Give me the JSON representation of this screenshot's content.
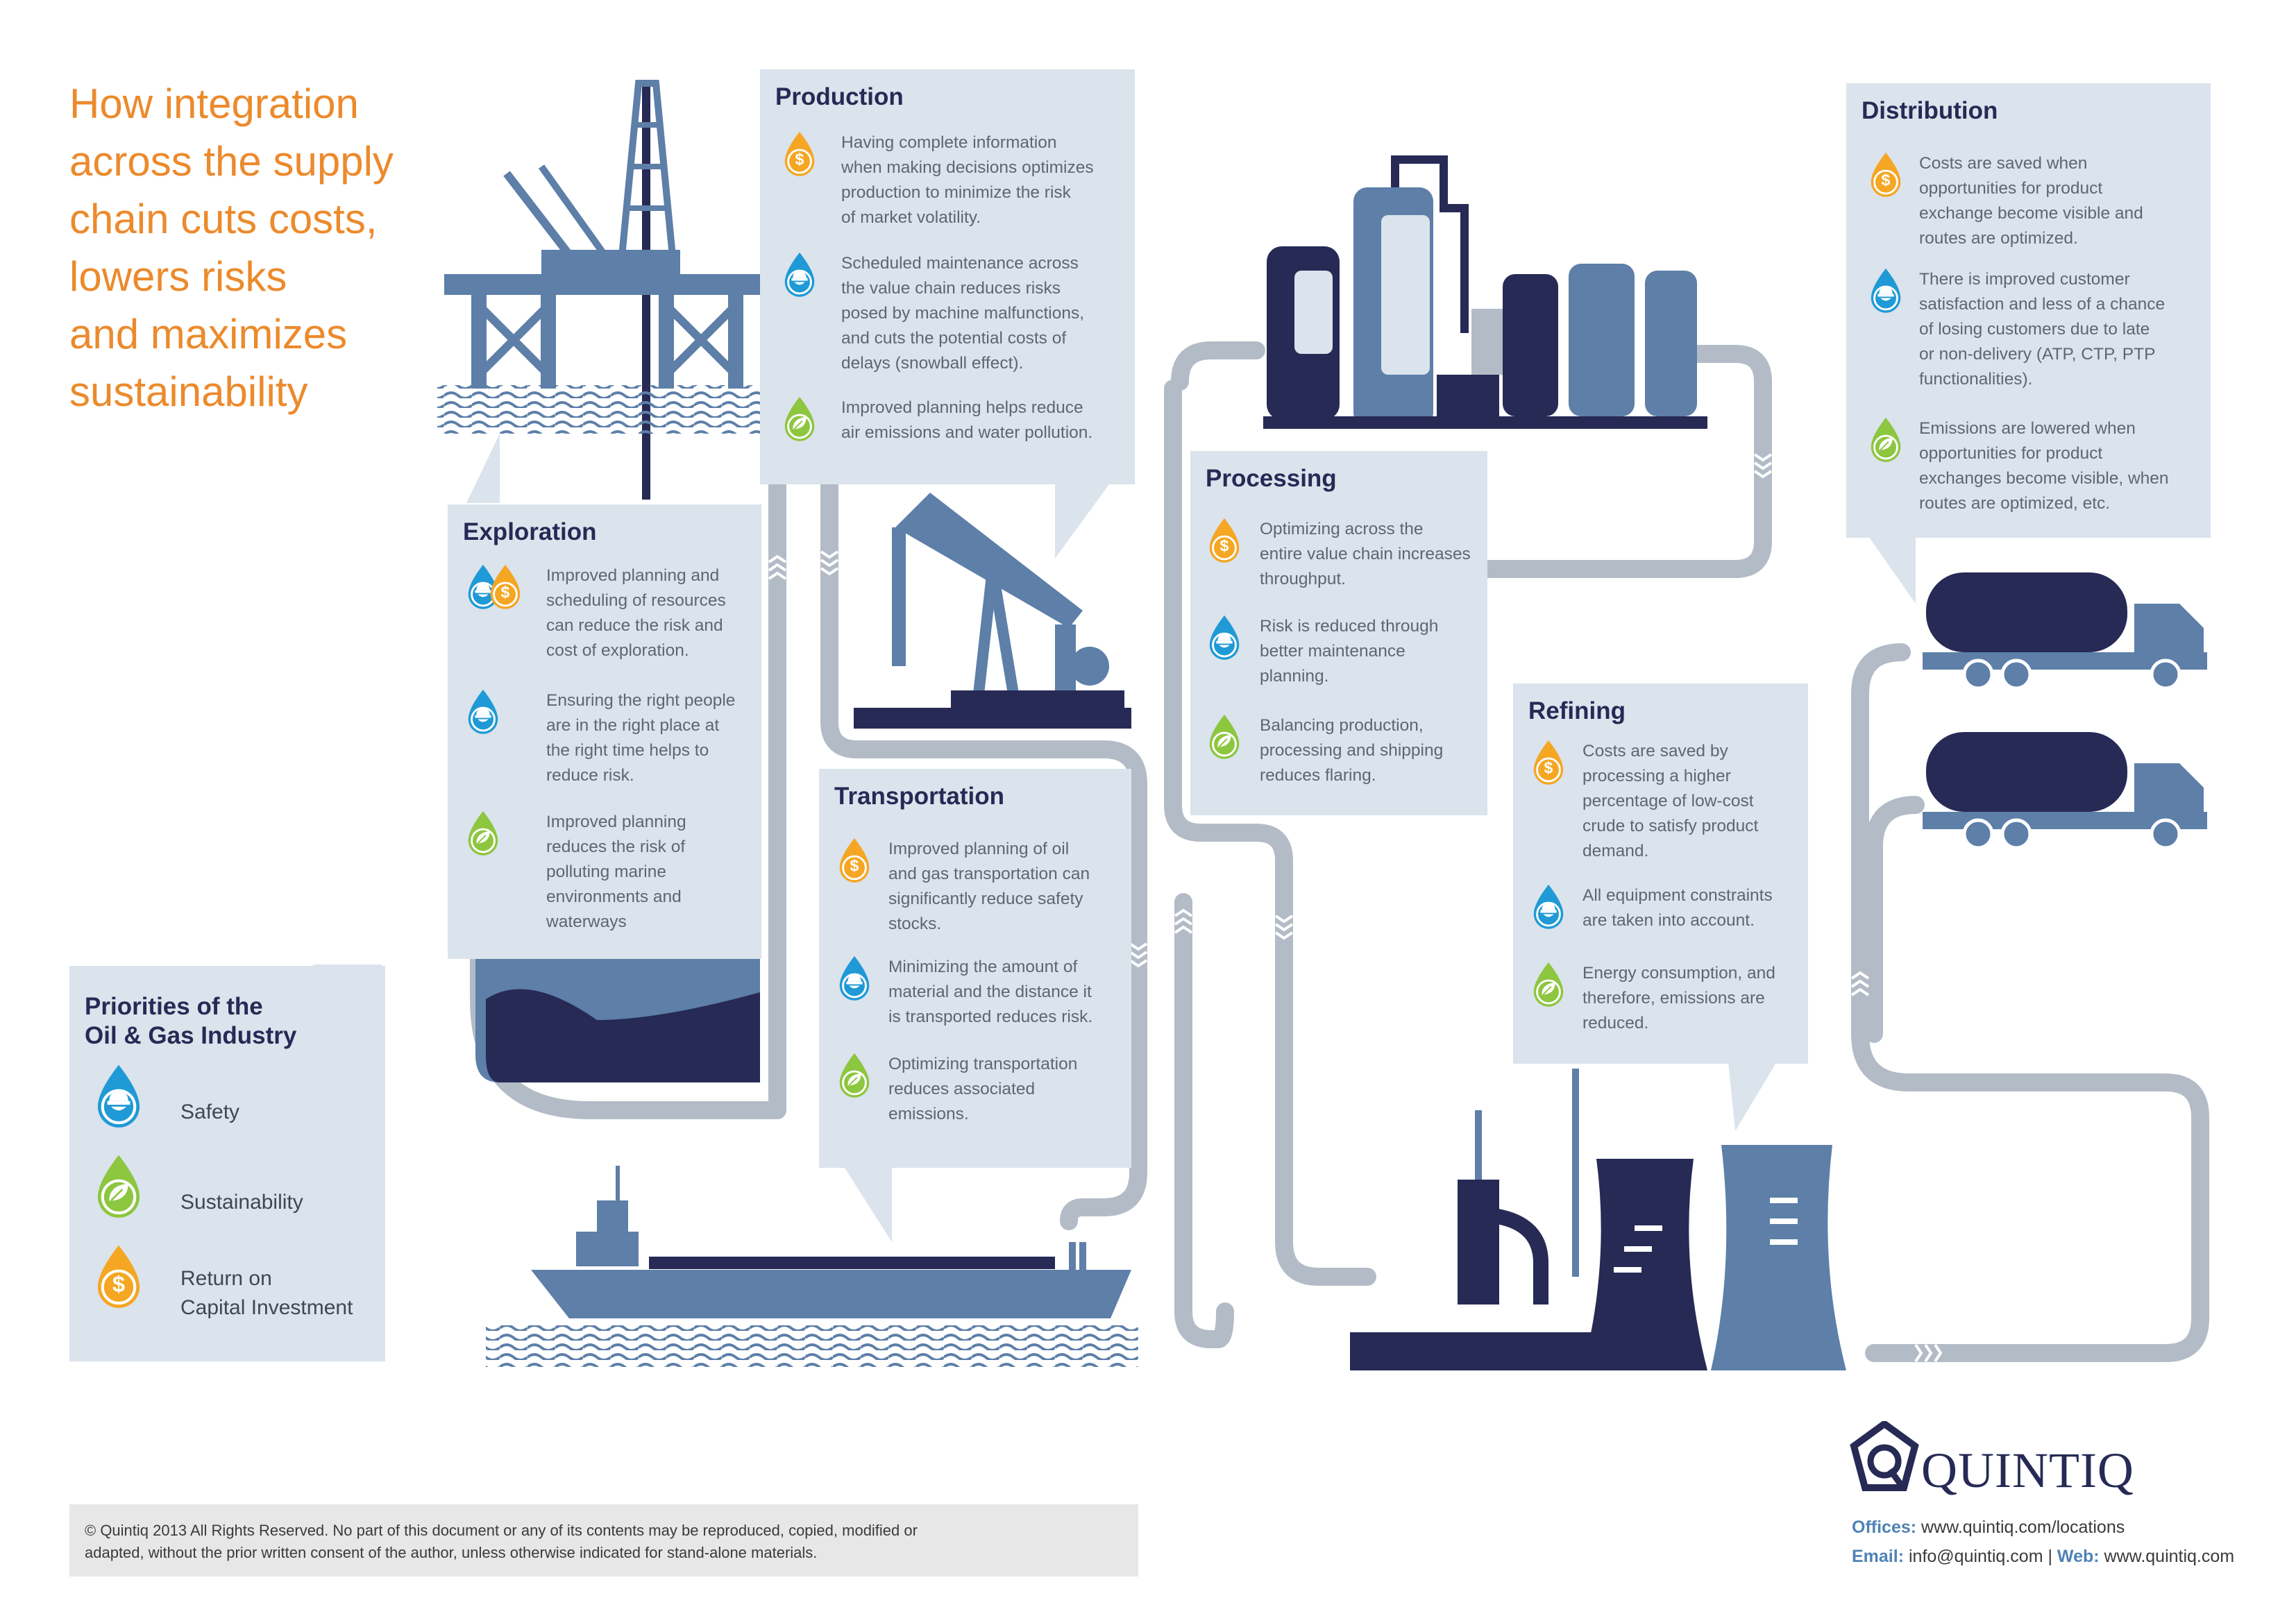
{
  "title": {
    "lines": [
      "How integration",
      "across the supply",
      "chain cuts costs,",
      "lowers risks",
      "and maximizes",
      "sustainability"
    ]
  },
  "colors": {
    "orange": "#ec8a2c",
    "navy": "#262a55",
    "steel": "#5d7fa8",
    "box": "#dbe3ec",
    "pipe": "#b3bcc6",
    "green": "#8dc63f",
    "blue": "#1f9ad6",
    "gold": "#f5a623"
  },
  "sections": {
    "exploration": {
      "heading": "Exploration",
      "items": [
        {
          "icon": "safety-return",
          "lines": [
            "Improved planning and",
            "scheduling of resources",
            "can reduce the risk and",
            "cost of exploration."
          ]
        },
        {
          "icon": "safety",
          "lines": [
            "Ensuring the right people",
            "are in the right place at",
            "the right time helps to",
            "reduce risk."
          ]
        },
        {
          "icon": "sustainability",
          "lines": [
            "Improved planning",
            "reduces the risk of",
            "polluting marine",
            "environments and",
            "waterways"
          ]
        }
      ]
    },
    "production": {
      "heading": "Production",
      "items": [
        {
          "icon": "return",
          "lines": [
            "Having complete information",
            "when making decisions optimizes",
            "production to minimize the risk",
            "of market volatility."
          ]
        },
        {
          "icon": "safety",
          "lines": [
            "Scheduled maintenance across",
            "the value chain reduces risks",
            "posed by machine malfunctions,",
            "and cuts the potential costs of",
            "delays (snowball effect)."
          ]
        },
        {
          "icon": "sustainability",
          "lines": [
            "Improved planning helps reduce",
            "air emissions and water pollution."
          ]
        }
      ]
    },
    "transportation": {
      "heading": "Transportation",
      "items": [
        {
          "icon": "return",
          "lines": [
            "Improved planning of oil",
            "and gas transportation can",
            "significantly reduce safety",
            "stocks."
          ]
        },
        {
          "icon": "safety",
          "lines": [
            "Minimizing the amount of",
            "material and the distance it",
            "is transported reduces risk."
          ]
        },
        {
          "icon": "sustainability",
          "lines": [
            "Optimizing transportation",
            "reduces associated",
            "emissions."
          ]
        }
      ]
    },
    "processing": {
      "heading": "Processing",
      "items": [
        {
          "icon": "return",
          "lines": [
            "Optimizing across the",
            "entire value chain increases",
            "throughput."
          ]
        },
        {
          "icon": "safety",
          "lines": [
            "Risk is reduced through",
            "better maintenance",
            "planning."
          ]
        },
        {
          "icon": "sustainability",
          "lines": [
            "Balancing production,",
            "processing and shipping",
            "reduces flaring."
          ]
        }
      ]
    },
    "refining": {
      "heading": "Refining",
      "items": [
        {
          "icon": "return",
          "lines": [
            "Costs are saved by",
            "processing a higher",
            "percentage of low-cost",
            "crude to satisfy product",
            "demand."
          ]
        },
        {
          "icon": "safety",
          "lines": [
            "All equipment constraints",
            "are taken into account."
          ]
        },
        {
          "icon": "sustainability",
          "lines": [
            "Energy consumption, and",
            "therefore, emissions are",
            "reduced."
          ]
        }
      ]
    },
    "distribution": {
      "heading": "Distribution",
      "items": [
        {
          "icon": "return",
          "lines": [
            "Costs are saved when",
            "opportunities for product",
            "exchange become visible and",
            "routes are optimized."
          ]
        },
        {
          "icon": "safety",
          "lines": [
            "There is improved customer",
            "satisfaction and less of a chance",
            "of losing customers due to late",
            "or non-delivery (ATP, CTP, PTP",
            "functionalities)."
          ]
        },
        {
          "icon": "sustainability",
          "lines": [
            "Emissions are lowered when",
            "opportunities for product",
            "exchanges become visible, when",
            "routes are optimized, etc."
          ]
        }
      ]
    }
  },
  "legend": {
    "title_lines": [
      "Priorities of the",
      "Oil & Gas Industry"
    ],
    "items": [
      {
        "icon": "safety",
        "lines": [
          "Safety"
        ]
      },
      {
        "icon": "sustainability",
        "lines": [
          "Sustainability"
        ]
      },
      {
        "icon": "return",
        "lines": [
          "Return on",
          "Capital Investment"
        ]
      }
    ]
  },
  "footer": {
    "copyright_lines": [
      "© Quintiq 2013 All Rights Reserved. No part of this document or any of its contents may be reproduced, copied, modified or",
      "adapted, without the prior written consent of the author, unless otherwise indicated for stand-alone materials."
    ],
    "logo": "QUINTIQ",
    "offices_label": "Offices:",
    "offices_value": "www.quintiq.com/locations",
    "email_label": "Email:",
    "email_value": "info@quintiq.com",
    "separator": "|",
    "web_label": "Web:",
    "web_value": "www.quintiq.com"
  }
}
